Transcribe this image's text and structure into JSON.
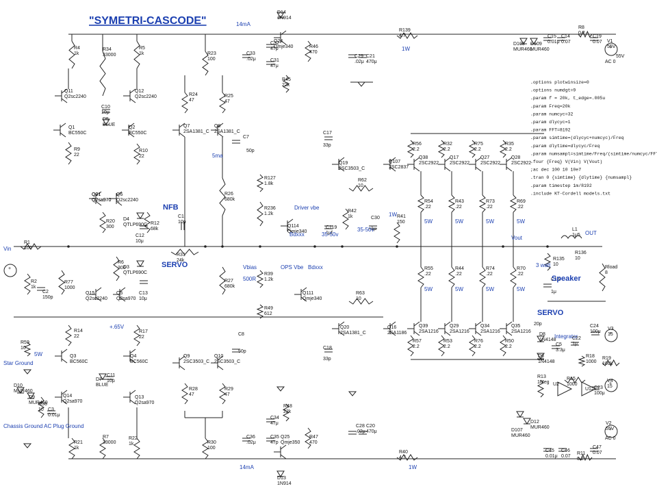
{
  "title": "\"SYMETRI-CASCODE\"",
  "net_labels": {
    "nfb": "NFB",
    "servo": "SERVO",
    "servo2": "SERVO",
    "speaker": "Speaker",
    "out": "OUT",
    "vout": "Vout",
    "vin": "Vin",
    "three_watt": "3 watt",
    "i14ma_top": "14mA",
    "i14ma_bot": "14mA",
    "i5ma": "5ma",
    "v65": "+.65V",
    "vbias": "Vbias",
    "r500": "500R",
    "ops_vbe": "OPS Vbe",
    "bdxxx": "Bdxxx",
    "bdxxx2": "Bdxxx",
    "driver_vbe": "Driver vbe",
    "v35_1": "35-50v",
    "v35_2": "35-50v",
    "star_ground": "Star Ground",
    "chassis_ground": "Chassis Ground\nAC Plug Ground",
    "w1_a": "1W",
    "w1_b": "1W",
    "w1_c": "1W",
    "w5_1": "5W",
    "w5_2": "5W",
    "w5_3": "5W",
    "w5_4": "5W",
    "w5_5": "5W",
    "w5_6": "5W",
    "w5_7": "5W",
    "w5_8": "5W",
    "w5_9": "5W",
    "w5_10": "5W",
    "integrator": "Integrator"
  },
  "directives": [
    ".options plotwinsize=0",
    ".options numdgt=9",
    ".param f = 20k, t_edge=.005u",
    ".param Freq=20k",
    ".param numcyc=32",
    ".param dlycyc=1",
    ".param FFT=8192",
    ".param simtime=(dlycyc+numcyc)/Freq",
    ".param dlytime=dlycyc/Freq",
    ".param numsampl=simtime/Freq/(simtime/numcyc/FFT)",
    ".four {Freq} V(Vin) V(Vout)",
    ";ac dec 100 10 10e7",
    ".tran 0 {simtime} {dlytime} {numsampl}",
    ".param timestep 1m/8192",
    ".include KT-Cordell models.txt"
  ],
  "components": {
    "R4": [
      "R4",
      "1k"
    ],
    "R34": [
      "R34",
      "33000"
    ],
    "R5": [
      "R5",
      "1k"
    ],
    "R23": [
      "R23",
      "100"
    ],
    "R24": [
      "R24",
      "47"
    ],
    "R25": [
      "R25",
      "47"
    ],
    "Q11": [
      "Q11",
      "Q2sc2240"
    ],
    "Q12": [
      "Q12",
      "Q2sc2240"
    ],
    "Q1": [
      "Q1",
      "BC550C"
    ],
    "Q2": [
      "Q2",
      "BC550C"
    ],
    "R9": [
      "R9",
      "22"
    ],
    "R10": [
      "R10",
      "22"
    ],
    "C10": [
      "C10",
      "10μ"
    ],
    "D5": [
      "D5",
      "BLUE"
    ],
    "Q7": [
      "Q7",
      "2SA1381_C"
    ],
    "Q8": [
      "Q8",
      "2SA1381_C"
    ],
    "C7": [
      "C7",
      "50p"
    ],
    "Q21": [
      "Q21",
      "Q2sa970"
    ],
    "Q6": [
      "Q6",
      "Q2sc2240"
    ],
    "R20": [
      "R20",
      "300"
    ],
    "D4": [
      "D4",
      "QTLP690C"
    ],
    "C12": [
      "C12",
      "10μ"
    ],
    "R12": [
      "R12",
      "68k"
    ],
    "C1": [
      "C1",
      "10p"
    ],
    "R31": [
      "R31",
      "24k"
    ],
    "R26": [
      "R26",
      "680k"
    ],
    "R1": [
      "R1",
      "100"
    ],
    "R2": [
      "R2",
      "1k"
    ],
    "C2": [
      "C2",
      "150p"
    ],
    "R77": [
      "R77",
      "1000"
    ],
    "R6": [
      "R6",
      "300"
    ],
    "D3": [
      "D3",
      "QTLP690C"
    ],
    "C13": [
      "C13",
      "10μ"
    ],
    "Q15": [
      "Q15",
      "Q2sc2240"
    ],
    "Q5": [
      "Q5",
      "Q2sa970"
    ],
    "R27": [
      "R27",
      "680k"
    ],
    "R14": [
      "R14",
      "22"
    ],
    "R17": [
      "R17",
      "22"
    ],
    "Q3": [
      "Q3",
      "BC560C"
    ],
    "Q4": [
      "Q4",
      "BC560C"
    ],
    "D7": [
      "D7",
      "BLUE"
    ],
    "C11": [
      "C11",
      "10μ"
    ],
    "Q14": [
      "Q14",
      "Q2sa970"
    ],
    "Q13": [
      "Q13",
      "Q2sa970"
    ],
    "Q9": [
      "Q9",
      "2SC3503_C"
    ],
    "Q10": [
      "Q10",
      "2SC3503_C"
    ],
    "C8": [
      "C8",
      "50p"
    ],
    "R28": [
      "R28",
      "47"
    ],
    "R29": [
      "R29",
      "47"
    ],
    "R21": [
      "R21",
      "1k"
    ],
    "R7": [
      "R7",
      "33000"
    ],
    "R22": [
      "R22",
      "1k"
    ],
    "R30": [
      "R30",
      "100"
    ],
    "R59": [
      "R59",
      "10"
    ],
    "D10": [
      "D10",
      "MUR460"
    ],
    "D9": [
      "D9",
      "MUR460"
    ],
    "R58": [
      "R58",
      "10"
    ],
    "C3": [
      "C3",
      "0.01μ"
    ],
    "D14": [
      "D14",
      "1N914"
    ],
    "Q24": [
      "Q24",
      "Qmje340"
    ],
    "C33": [
      "C33",
      ".02μ"
    ],
    "C32": [
      "C32",
      "47p"
    ],
    "C31": [
      "C31",
      "47μ"
    ],
    "R46": [
      "R46",
      "470"
    ],
    "R45": [
      "R45",
      "22k"
    ],
    "C29": [
      "C29",
      ".02μ"
    ],
    "C21": [
      "C21",
      "470μ"
    ],
    "R139": [
      "R139",
      "4.7"
    ],
    "R127": [
      "R127",
      "1.8k"
    ],
    "R236": [
      "R236",
      "1.2k"
    ],
    "Q114": [
      "Q114",
      "Qmje340"
    ],
    "R39": [
      "R39",
      "1.2k"
    ],
    "R49": [
      "R49",
      "612"
    ],
    "Q111": [
      "Q111",
      "Qmje340"
    ],
    "C17": [
      "C17",
      "33p"
    ],
    "C119": [
      "C119",
      "1μf"
    ],
    "Q19": [
      "Q19",
      "2SC3503_C"
    ],
    "R62": [
      "R62",
      "10"
    ],
    "R42": [
      "R42",
      "1k"
    ],
    "Q107": [
      "Q107",
      "2SC2837"
    ],
    "C30": [
      "C30",
      "1μ"
    ],
    "R41": [
      "R41",
      "150"
    ],
    "R63": [
      "R63",
      "10"
    ],
    "Q20": [
      "Q20",
      "2SA1381_C"
    ],
    "C18": [
      "C18",
      "33p"
    ],
    "Q16": [
      "Q16",
      "2SA1186"
    ],
    "R48": [
      "R48",
      "22k"
    ],
    "C34": [
      "C34",
      "47μ"
    ],
    "C36": [
      "C36",
      ".02μ"
    ],
    "C35": [
      "C35",
      "47p"
    ],
    "R47": [
      "R47",
      "470"
    ],
    "Q25": [
      "Q25",
      "Qmje350"
    ],
    "D13": [
      "D13",
      "1N914"
    ],
    "C28": [
      "C28",
      ".02μ"
    ],
    "C20": [
      "C20",
      "470μ"
    ],
    "R40": [
      "R40",
      "4.7"
    ],
    "R56": [
      "R56",
      "2.2"
    ],
    "Q38": [
      "Q38",
      "2SC2922"
    ],
    "R32": [
      "R32",
      "2.2"
    ],
    "Q17": [
      "Q17",
      "2SC2922"
    ],
    "R75": [
      "R75",
      "2.2"
    ],
    "Q27": [
      "Q27",
      "2SC2922"
    ],
    "R35": [
      "R35",
      "2.2"
    ],
    "Q28": [
      "Q28",
      "2SC2922"
    ],
    "R54": [
      "R54",
      ".22"
    ],
    "R43": [
      "R43",
      ".22"
    ],
    "R73": [
      "R73",
      ".22"
    ],
    "R69": [
      "R69",
      ".22"
    ],
    "R55": [
      "R55",
      ".22"
    ],
    "R44": [
      "R44",
      ".22"
    ],
    "R74": [
      "R74",
      ".22"
    ],
    "R70": [
      "R70",
      ".22"
    ],
    "Q39": [
      "Q39",
      "2SA1216"
    ],
    "Q29": [
      "Q29",
      "2SA1216"
    ],
    "Q34": [
      "Q34",
      "2SA1216"
    ],
    "Q35": [
      "Q35",
      "2SA1216"
    ],
    "R57": [
      "R57",
      "2.2"
    ],
    "R53": [
      "R53",
      "2.2"
    ],
    "R76": [
      "R76",
      "2.2"
    ],
    "R50": [
      "R50",
      "2.2"
    ],
    "D108": [
      "D108",
      "MUR460"
    ],
    "D109": [
      "D109",
      "MUR460"
    ],
    "C15": [
      "C15",
      "0.01μ"
    ],
    "C14": [
      "C14",
      "0.07"
    ],
    "C19": [
      "C19",
      "0.07"
    ],
    "R8": [
      "R8",
      "0.2"
    ],
    "V1": [
      "V1",
      "55V"
    ],
    "V1ac": [
      "AC 0",
      ""
    ],
    "L1": [
      "L1",
      "1μ5"
    ],
    "R136": [
      "R136",
      "10"
    ],
    "R135": [
      "R135",
      "10"
    ],
    "C16": [
      "C16",
      "1μ"
    ],
    "Rload": [
      "Rload",
      "8"
    ],
    "D8": [
      "D8",
      "1N4148"
    ],
    "D6": [
      "D6",
      "1N4148"
    ],
    "C5": [
      "C5",
      "3.3μ"
    ],
    "C22": [
      "C22",
      "1μ"
    ],
    "C24": [
      "C24",
      "100μ"
    ],
    "V3": [
      "V3",
      "15"
    ],
    "R18": [
      "R18",
      "1000"
    ],
    "R19": [
      "R19",
      "100k"
    ],
    "R13": [
      "R13",
      "1Meg"
    ],
    "U2": [
      "U2",
      ""
    ],
    "R15": [
      "R15",
      "1000"
    ],
    "U1": [
      "U1",
      ""
    ],
    "C23": [
      "C23",
      "100μ"
    ],
    "V4": [
      "V4",
      "15"
    ],
    "D12": [
      "D12",
      "MUR460"
    ],
    "D107": [
      "D107",
      "MUR460"
    ],
    "C45": [
      "C45",
      "0.01μ"
    ],
    "C46": [
      "C46",
      "0.07"
    ],
    "R11": [
      "R11",
      "0.2"
    ],
    "C47": [
      "C47",
      "0.07"
    ],
    "V2": [
      "V2",
      "55V"
    ],
    "V2ac": [
      "AC 0",
      ""
    ],
    "C20p": [
      "20p",
      ""
    ]
  }
}
